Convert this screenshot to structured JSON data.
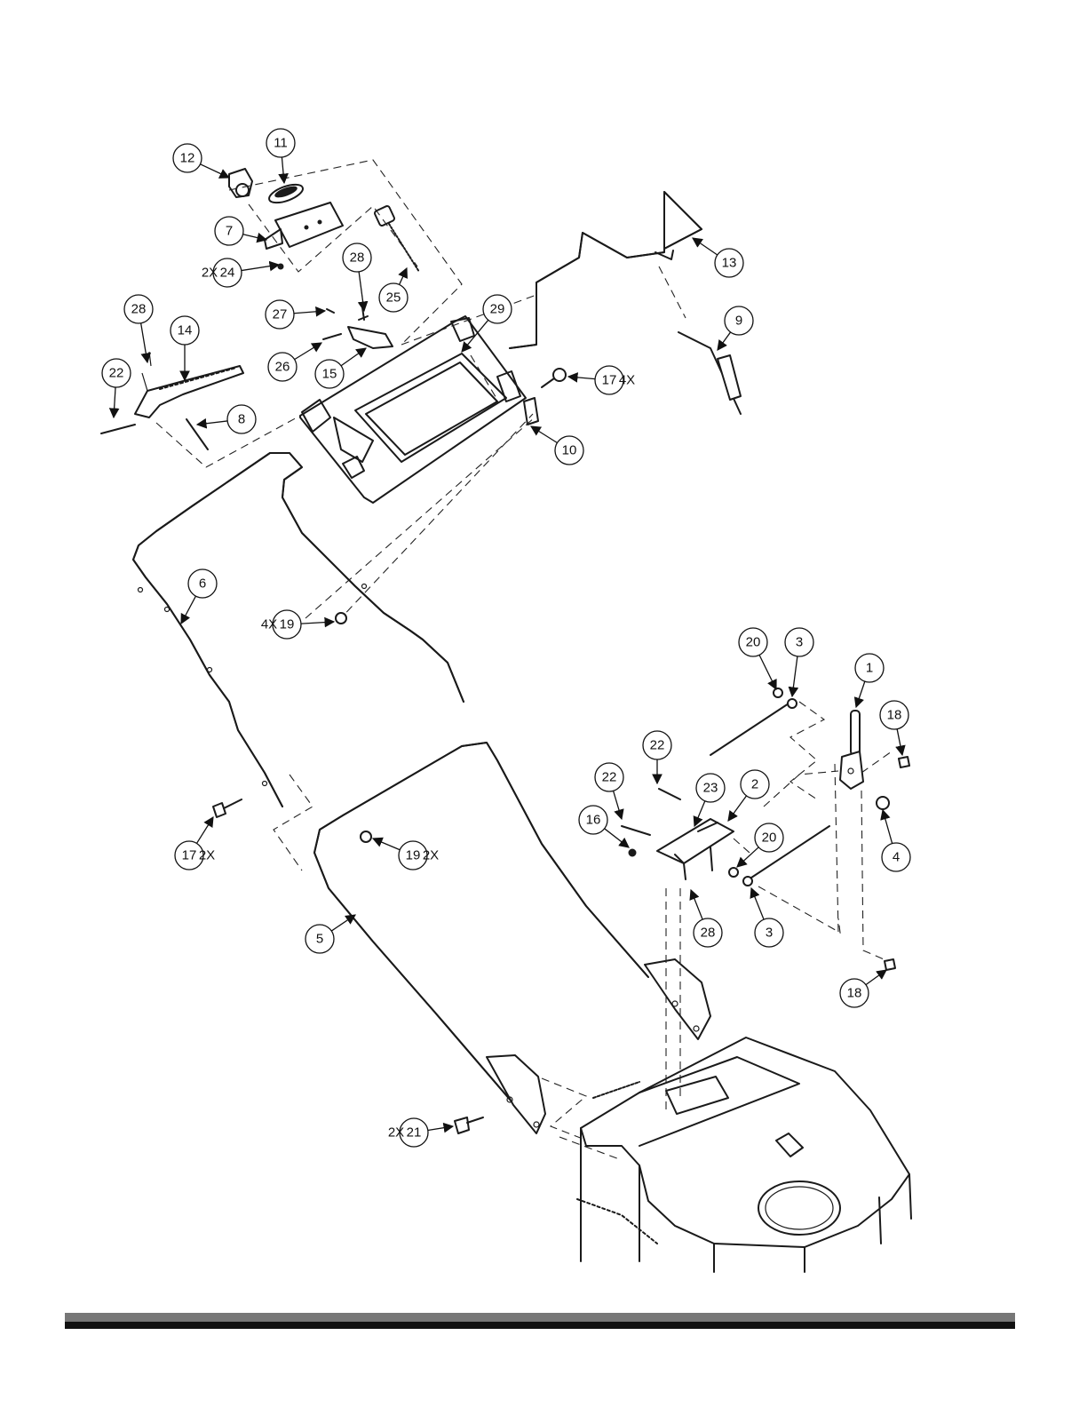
{
  "callouts": [
    {
      "id": "c12",
      "label": "12",
      "qty": ""
    },
    {
      "id": "c11",
      "label": "11",
      "qty": ""
    },
    {
      "id": "c7",
      "label": "7",
      "qty": ""
    },
    {
      "id": "c24",
      "label": "24",
      "qty": "2X"
    },
    {
      "id": "c28a",
      "label": "28",
      "qty": ""
    },
    {
      "id": "c25",
      "label": "25",
      "qty": ""
    },
    {
      "id": "c27",
      "label": "27",
      "qty": ""
    },
    {
      "id": "c29",
      "label": "29",
      "qty": ""
    },
    {
      "id": "c28b",
      "label": "28",
      "qty": ""
    },
    {
      "id": "c14",
      "label": "14",
      "qty": ""
    },
    {
      "id": "c26",
      "label": "26",
      "qty": ""
    },
    {
      "id": "c15",
      "label": "15",
      "qty": ""
    },
    {
      "id": "c22a",
      "label": "22",
      "qty": ""
    },
    {
      "id": "c8",
      "label": "8",
      "qty": ""
    },
    {
      "id": "c13",
      "label": "13",
      "qty": ""
    },
    {
      "id": "c9",
      "label": "9",
      "qty": ""
    },
    {
      "id": "c17a",
      "label": "17",
      "qty": "4X"
    },
    {
      "id": "c10",
      "label": "10",
      "qty": ""
    },
    {
      "id": "c6",
      "label": "6",
      "qty": ""
    },
    {
      "id": "c19a",
      "label": "19",
      "qty": "4X"
    },
    {
      "id": "c20a",
      "label": "20",
      "qty": ""
    },
    {
      "id": "c3a",
      "label": "3",
      "qty": ""
    },
    {
      "id": "c1",
      "label": "1",
      "qty": ""
    },
    {
      "id": "c18a",
      "label": "18",
      "qty": ""
    },
    {
      "id": "c22b",
      "label": "22",
      "qty": ""
    },
    {
      "id": "c22c",
      "label": "22",
      "qty": ""
    },
    {
      "id": "c23",
      "label": "23",
      "qty": ""
    },
    {
      "id": "c2",
      "label": "2",
      "qty": ""
    },
    {
      "id": "c16",
      "label": "16",
      "qty": ""
    },
    {
      "id": "c20b",
      "label": "20",
      "qty": ""
    },
    {
      "id": "c4",
      "label": "4",
      "qty": ""
    },
    {
      "id": "c17b",
      "label": "17",
      "qty": "2X"
    },
    {
      "id": "c19b",
      "label": "19",
      "qty": "2X"
    },
    {
      "id": "c28c",
      "label": "28",
      "qty": ""
    },
    {
      "id": "c3b",
      "label": "3",
      "qty": ""
    },
    {
      "id": "c5",
      "label": "5",
      "qty": ""
    },
    {
      "id": "c18b",
      "label": "18",
      "qty": ""
    },
    {
      "id": "c21",
      "label": "21",
      "qty": "2X"
    }
  ]
}
